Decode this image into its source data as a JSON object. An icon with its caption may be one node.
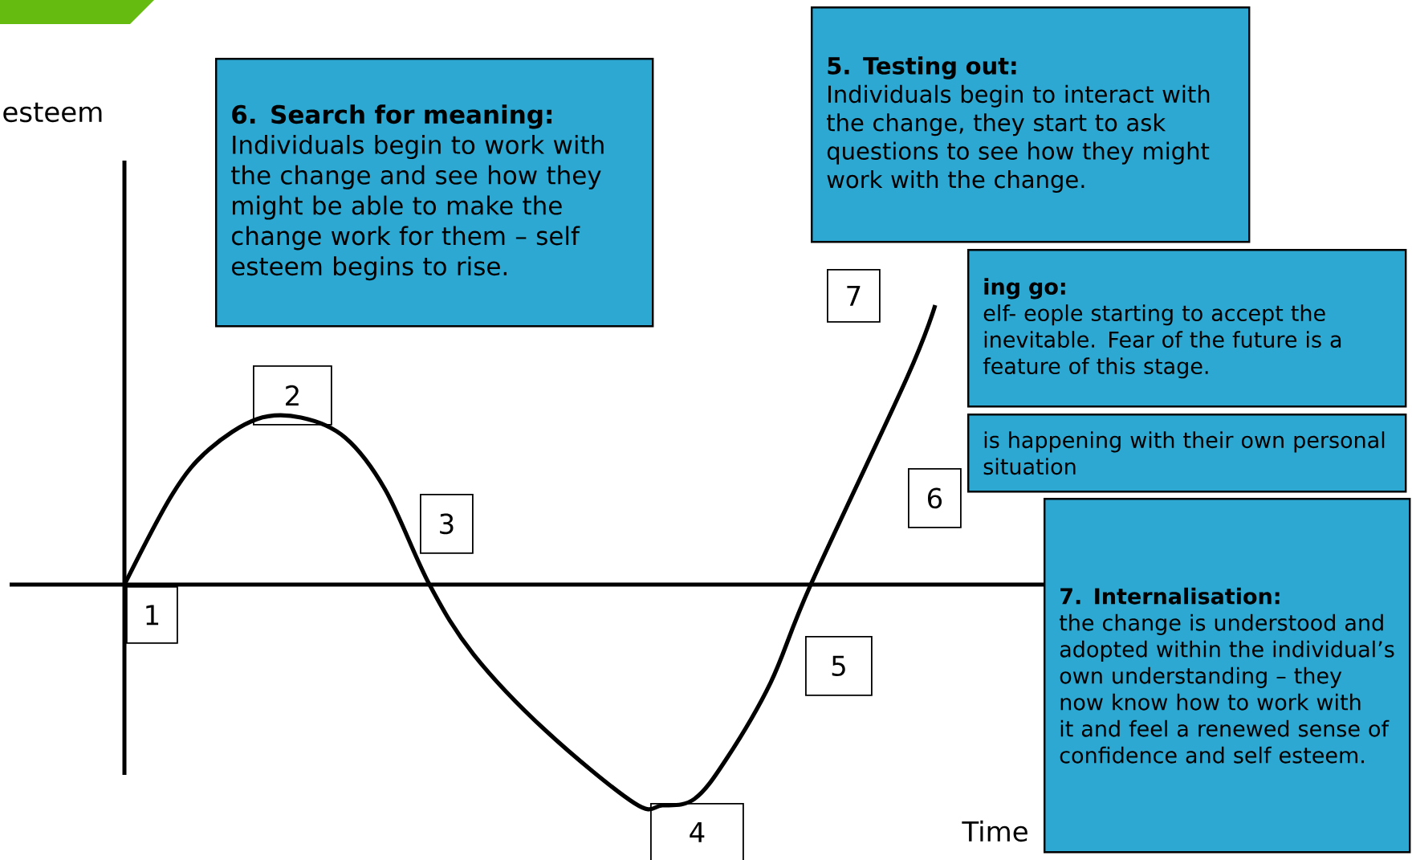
{
  "diagram": {
    "nodes": [
      {
        "text": [
          "6. Search for meaning:",
          "Individuals begin to work with the change and see how they might be able to make the change work for them – self esteem begins to rise."
        ]
      },
      {
        "text": [
          "5. Testing out:",
          "Individuals begin to interact with the change, they start to ask questions to see how they might work with the change."
        ]
      },
      {
        "text": [
          "ing go:",
          "elf- eople starting to accept the inevitable. Fear of the future is a feature of this stage."
        ]
      },
      {
        "text": [
          "is happening with their own personal situation"
        ]
      },
      {
        "text": [
          "7. Internalisation:",
          "the change is understood and adopted within the individual’s own understanding – they now know how to work with it and feel a renewed sense of confidence and self esteem."
        ]
      },
      {
        "text": [
          "1"
        ]
      },
      {
        "text": [
          "2"
        ]
      },
      {
        "text": [
          "3"
        ]
      },
      {
        "text": [
          "4"
        ]
      },
      {
        "text": [
          "5"
        ]
      },
      {
        "text": [
          "6"
        ]
      },
      {
        "text": [
          "7"
        ]
      }
    ],
    "labels": [
      "esteem",
      "Time"
    ]
  }
}
